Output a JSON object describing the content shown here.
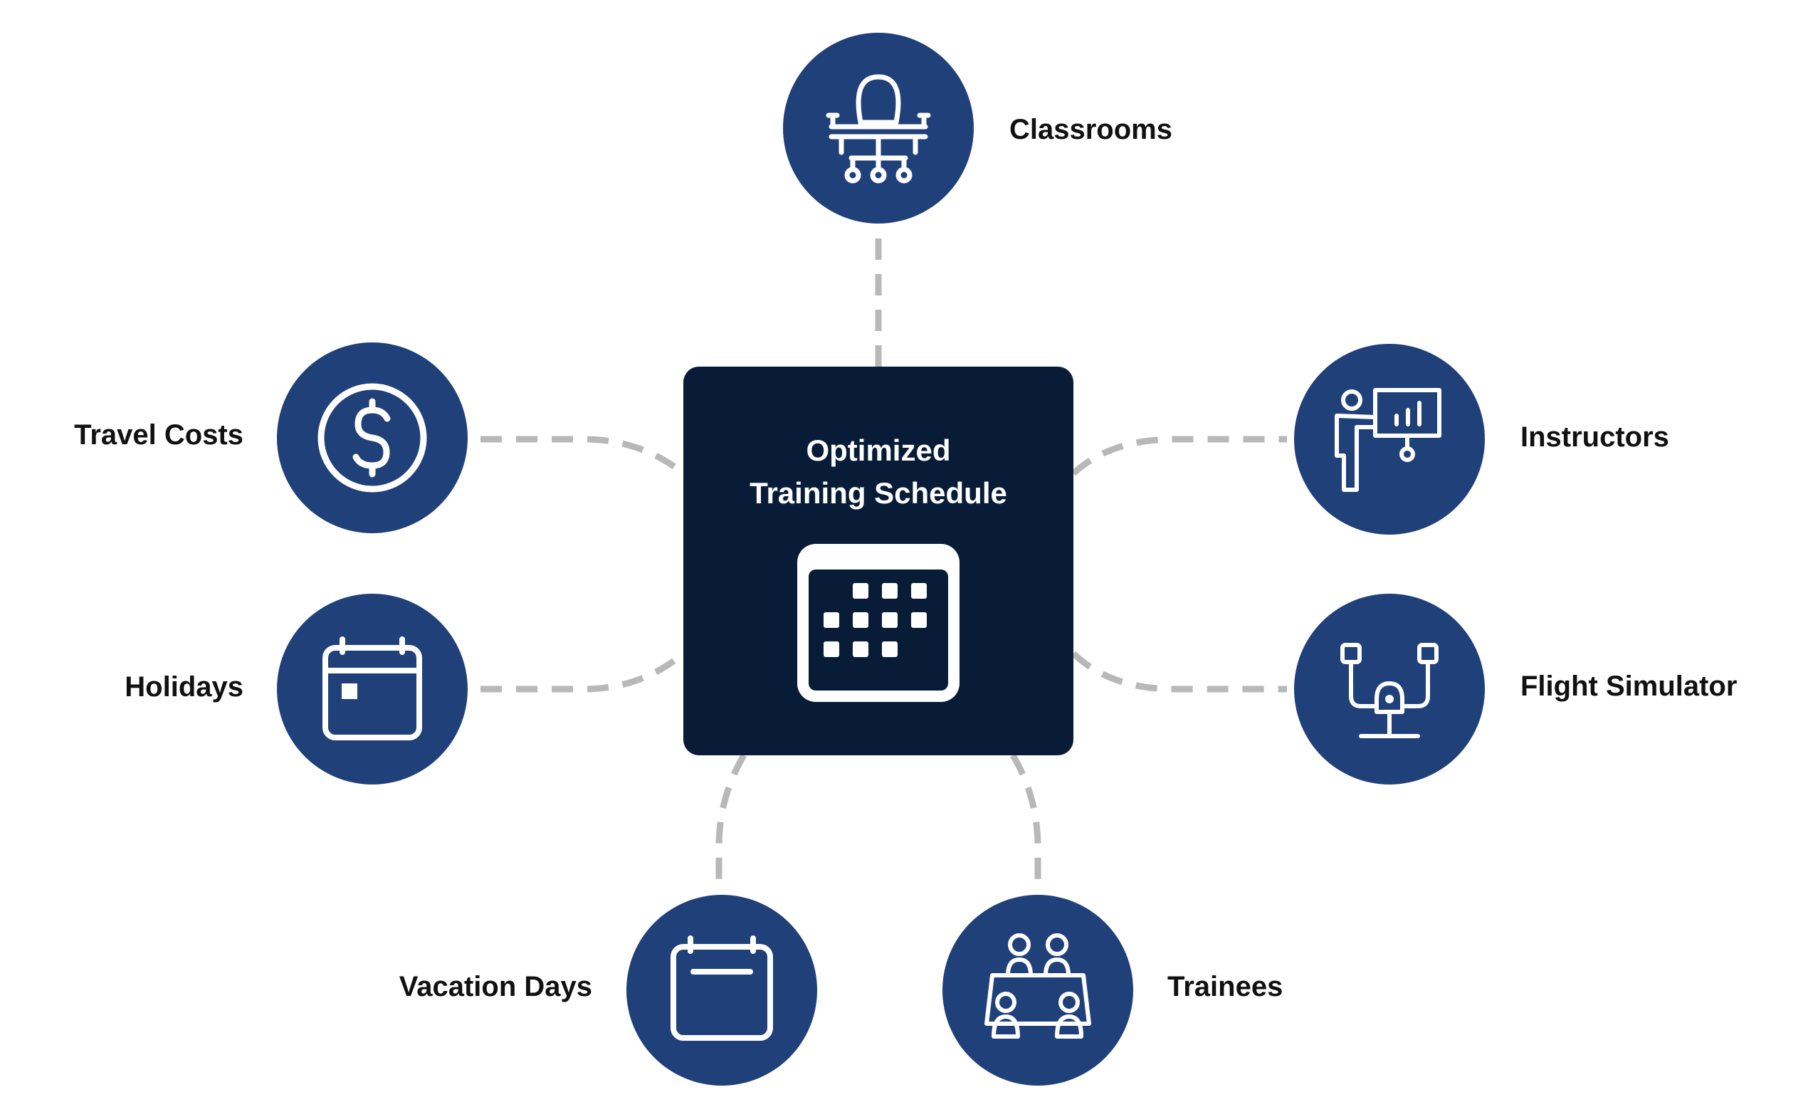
{
  "colors": {
    "node_fill": "#1f4079",
    "center_fill": "#081c38",
    "connector": "#b8b8b8",
    "icon_stroke": "#ffffff"
  },
  "center": {
    "title_line1": "Optimized",
    "title_line2": "Training Schedule",
    "icon": "calendar-grid-icon"
  },
  "nodes": [
    {
      "id": "classrooms",
      "label": "Classrooms",
      "icon": "office-chair-icon"
    },
    {
      "id": "travel-costs",
      "label": "Travel Costs",
      "icon": "dollar-coin-icon"
    },
    {
      "id": "instructors",
      "label": "Instructors",
      "icon": "presenter-board-icon"
    },
    {
      "id": "holidays",
      "label": "Holidays",
      "icon": "calendar-icon"
    },
    {
      "id": "flight-simulator",
      "label": "Flight Simulator",
      "icon": "flight-simulator-icon"
    },
    {
      "id": "vacation-days",
      "label": "Vacation Days",
      "icon": "calendar-blank-icon"
    },
    {
      "id": "trainees",
      "label": "Trainees",
      "icon": "meeting-table-icon"
    }
  ]
}
